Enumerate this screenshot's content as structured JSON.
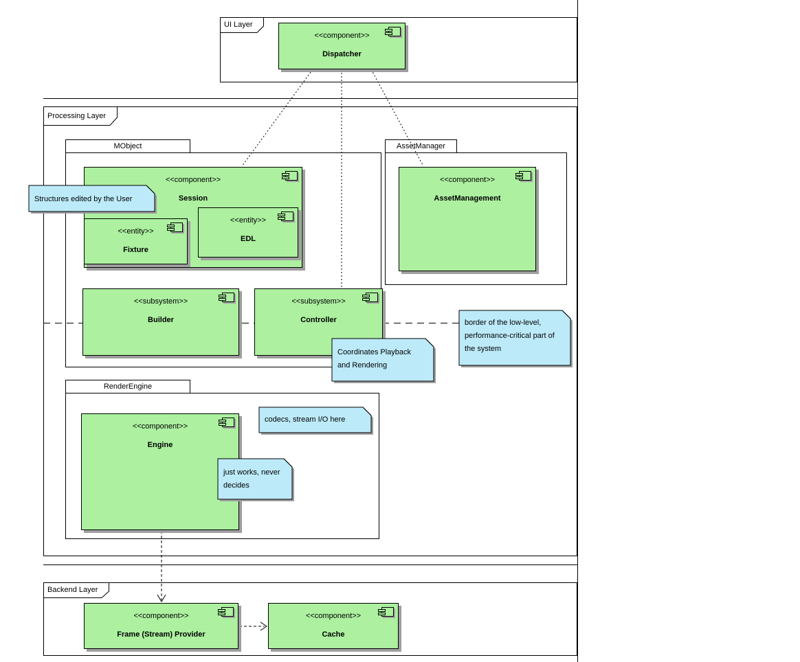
{
  "layers": {
    "ui": {
      "label": "UI Layer"
    },
    "processing": {
      "label": "Processing Layer"
    },
    "backend": {
      "label": "Backend Layer"
    }
  },
  "packages": {
    "mobject": {
      "label": "MObject"
    },
    "asset_manager": {
      "label": "AssetManager"
    },
    "render_engine": {
      "label": "RenderEngine"
    }
  },
  "components": {
    "dispatcher": {
      "stereotype": "<<component>>",
      "name": "Dispatcher"
    },
    "session": {
      "stereotype": "<<component>>",
      "name": "Session"
    },
    "fixture": {
      "stereotype": "<<entity>>",
      "name": "Fixture"
    },
    "edl": {
      "stereotype": "<<entity>>",
      "name": "EDL"
    },
    "asset_management": {
      "stereotype": "<<component>>",
      "name": "AssetManagement"
    },
    "builder": {
      "stereotype": "<<subsystem>>",
      "name": "Builder"
    },
    "controller": {
      "stereotype": "<<subsystem>>",
      "name": "Controller"
    },
    "engine": {
      "stereotype": "<<component>>",
      "name": "Engine"
    },
    "frame_provider": {
      "stereotype": "<<component>>",
      "name": "Frame (Stream) Provider"
    },
    "cache": {
      "stereotype": "<<component>>",
      "name": "Cache"
    }
  },
  "notes": {
    "structures": {
      "lines": [
        "Structures edited by the User"
      ]
    },
    "low_level_border": {
      "lines": [
        "border of the low-level,",
        "performance-critical part of",
        "the system"
      ]
    },
    "coordinates": {
      "lines": [
        "Coordinates Playback",
        "and Rendering"
      ]
    },
    "codecs": {
      "lines": [
        "codecs, stream I/O here"
      ]
    },
    "just_works": {
      "lines": [
        "just works, never",
        "decides"
      ]
    }
  },
  "colors": {
    "component_fill": "#ACF0A0",
    "note_fill": "#BCEAF9",
    "shadow": "#9E9E9E",
    "line": "#000000"
  }
}
